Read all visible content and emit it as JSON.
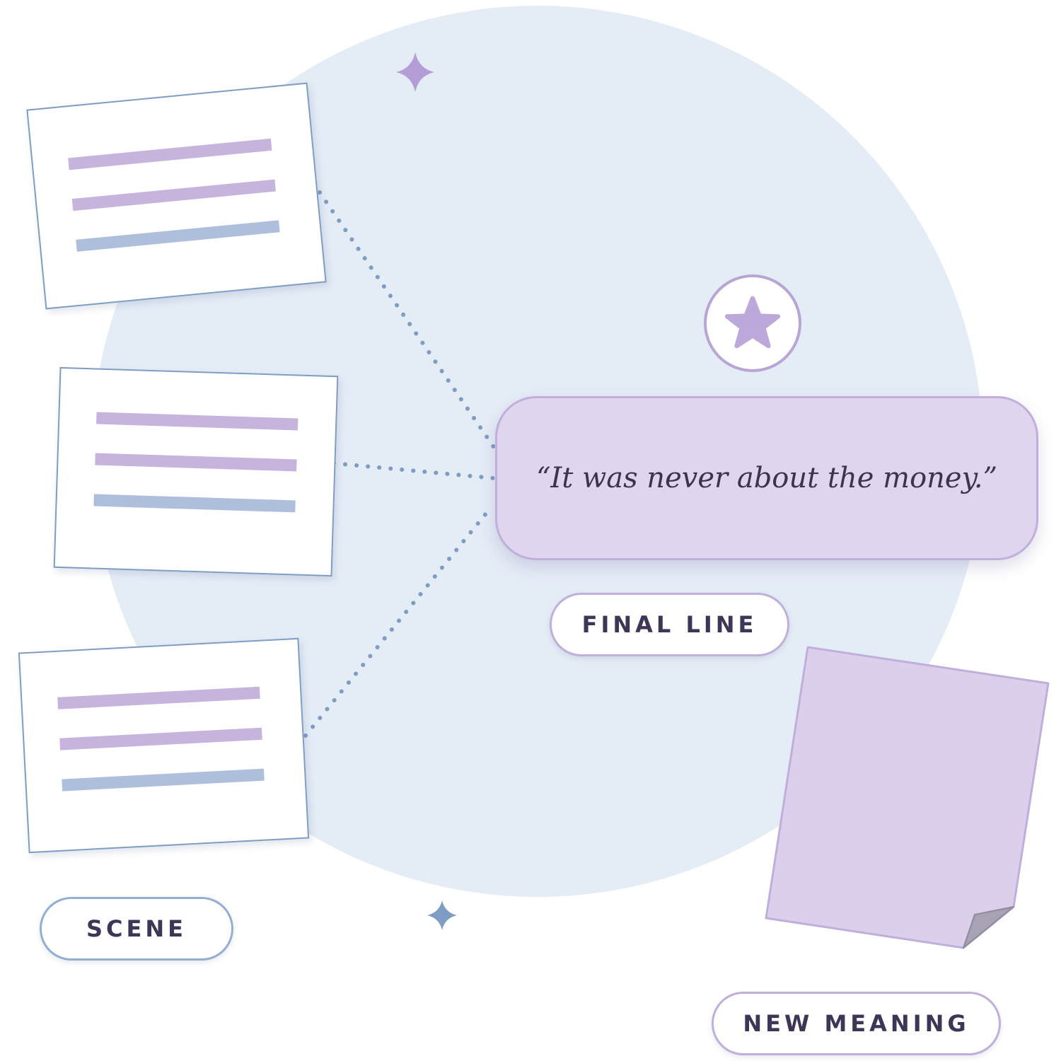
{
  "labels": {
    "scene": "SCENE",
    "final_line": "FINAL LINE",
    "new_meaning": "NEW MEANING"
  },
  "quote": "“It was never about the money.”",
  "icons": {
    "badge": "star-icon",
    "sparkles": [
      "sparkle-icon",
      "sparkle-icon"
    ],
    "note": "folded-note-icon"
  },
  "colors": {
    "background_circle": "#e4ecf6",
    "lavender": "#c6b4dc",
    "note_fill": "#dccfeb",
    "blue_accent": "#7f9dc4",
    "text_dark": "#3f3556"
  }
}
